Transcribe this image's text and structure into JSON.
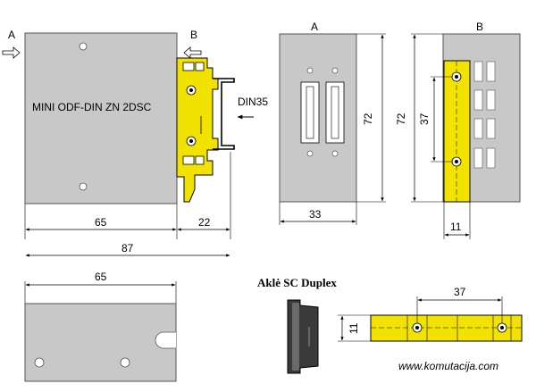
{
  "product": {
    "model_label": "MINI ODF-DIN ZN 2DSC",
    "rail_label": "DIN35"
  },
  "views": {
    "view_a_label": "A",
    "view_b_label": "B"
  },
  "dimensions": {
    "body_width": "65",
    "total_width": "87",
    "bracket_depth": "22",
    "front_width": "33",
    "front_height": "72",
    "side_height": "72",
    "hole_spacing": "37",
    "bracket_width": "11",
    "top_width": "65",
    "adapter_hole_spacing": "37",
    "adapter_width": "11"
  },
  "adapter": {
    "title": "Aklė SC Duplex"
  },
  "footer": {
    "website": "www.komutacija.com"
  },
  "colors": {
    "panel_gray": "#c8c8c8",
    "bracket_yellow": "#f2e200",
    "outline": "#000000"
  }
}
